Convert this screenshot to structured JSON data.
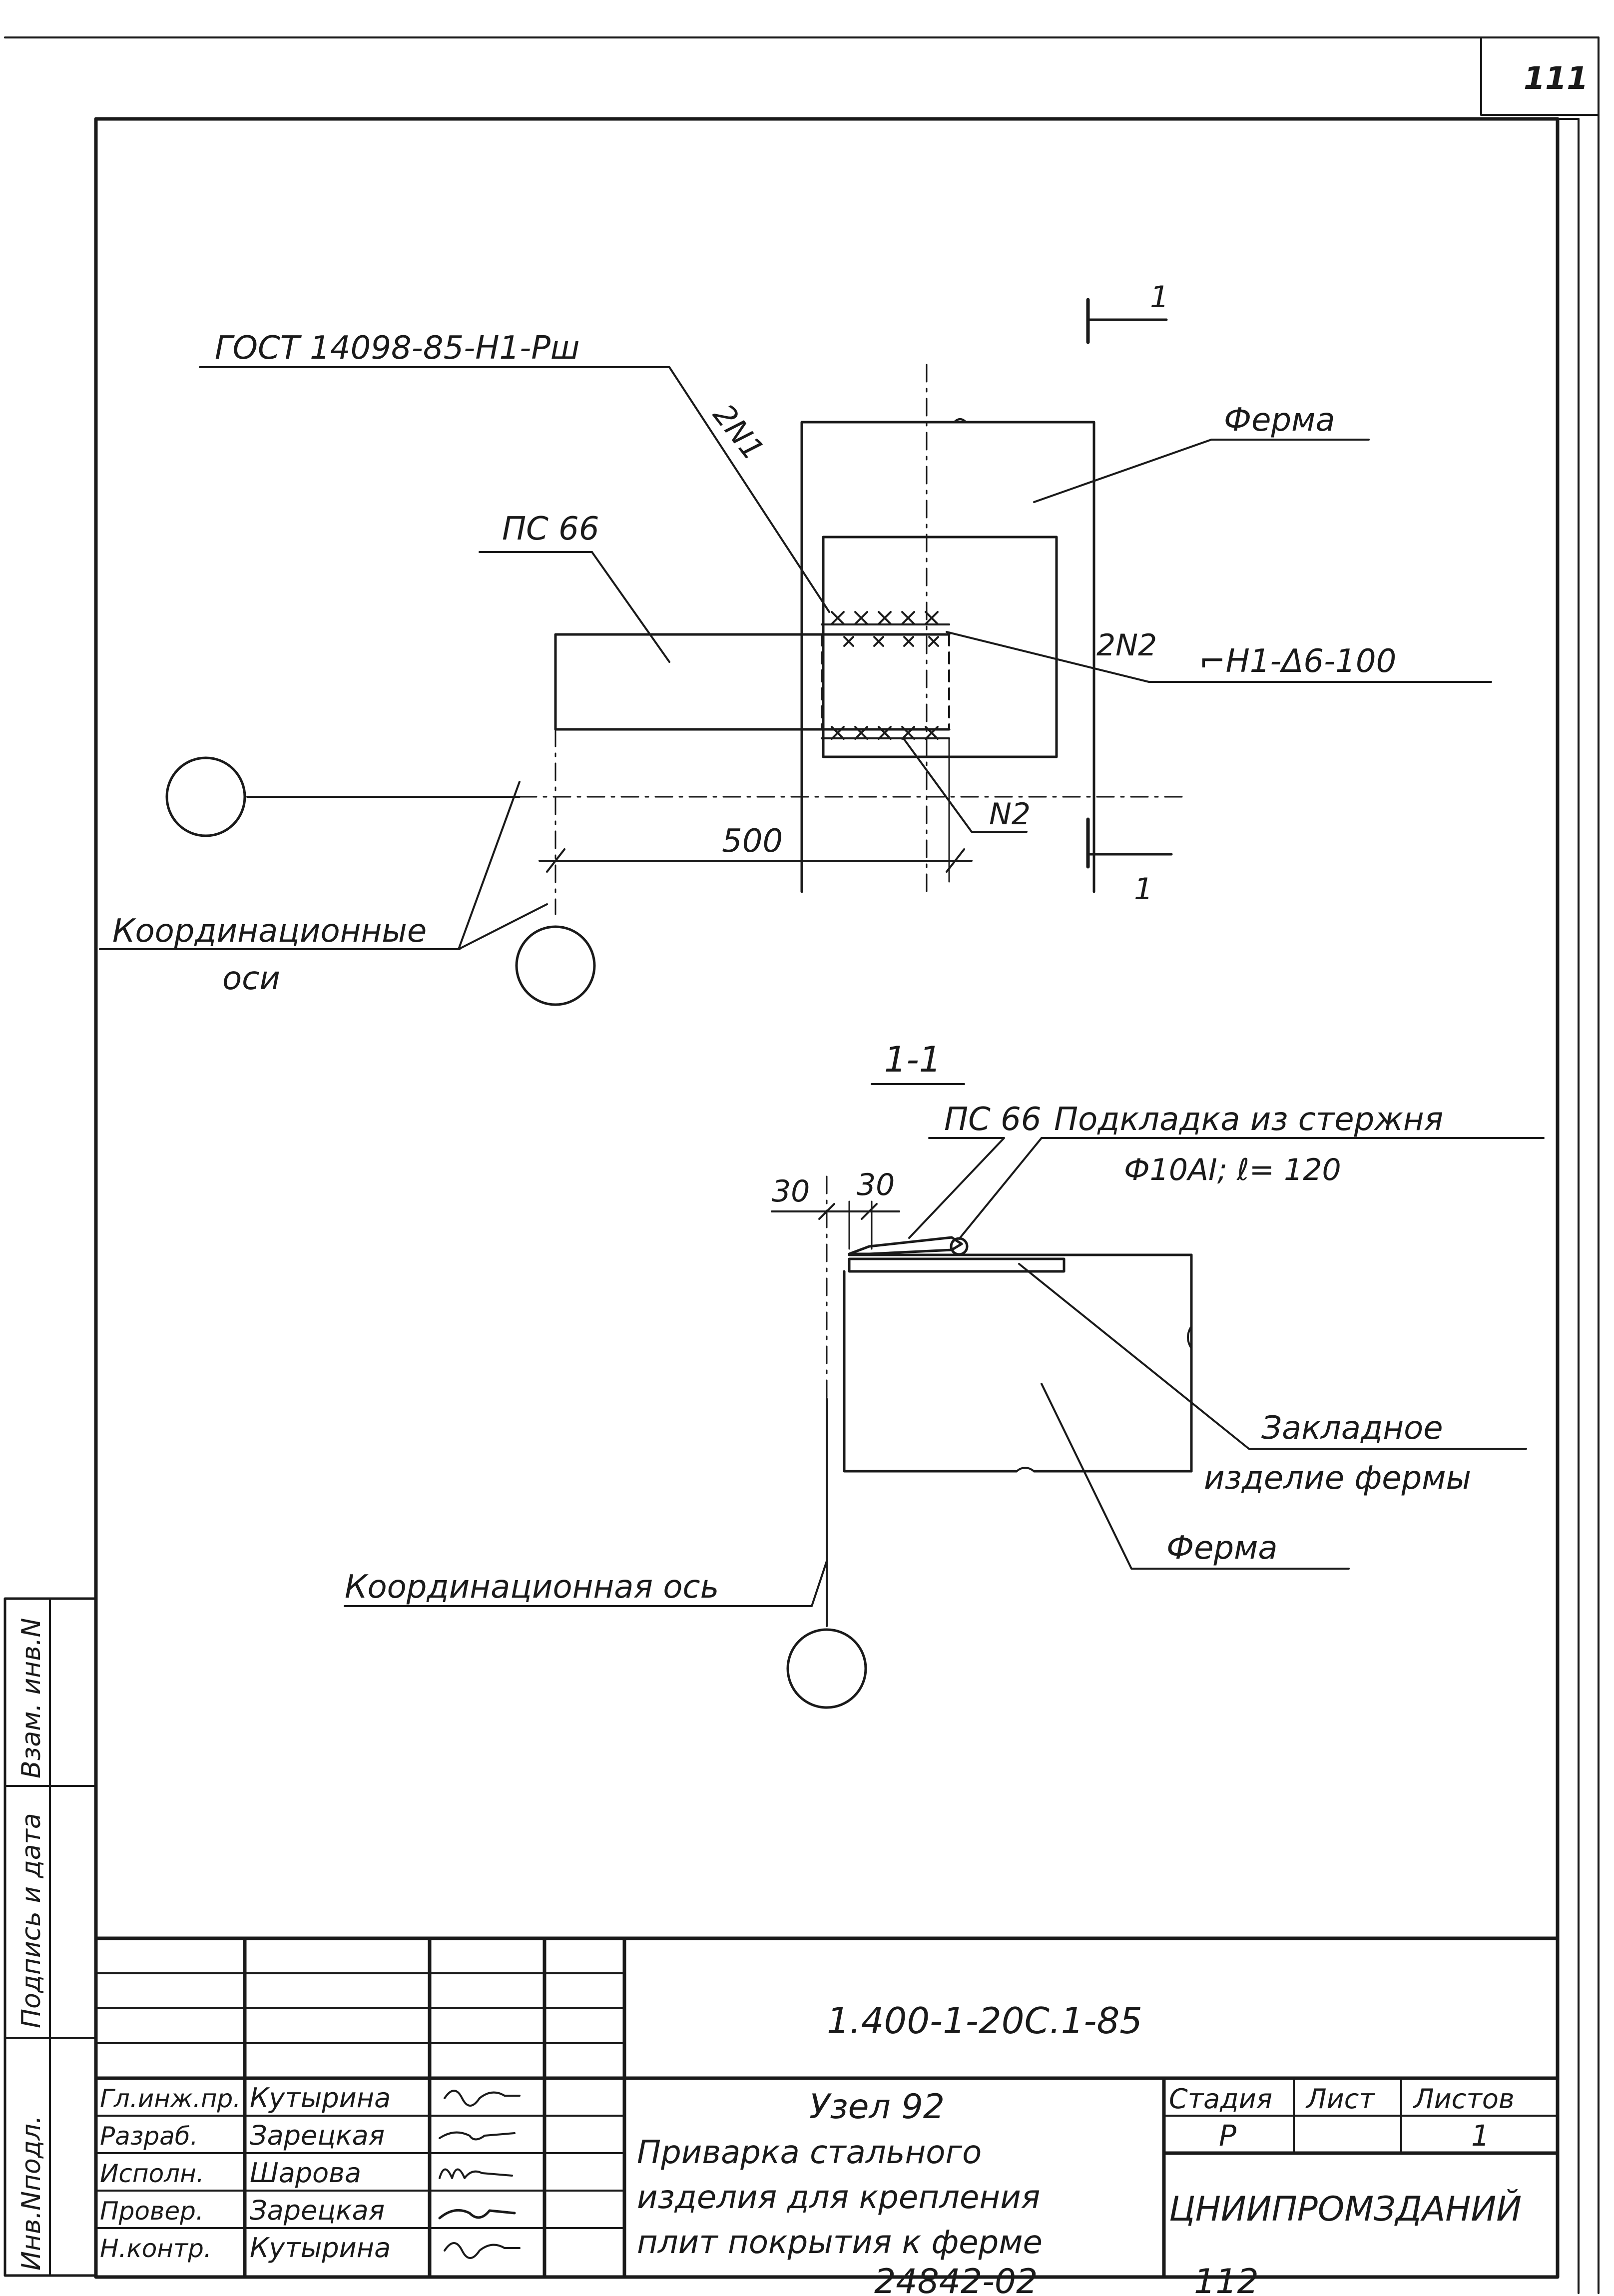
{
  "sheet": {
    "page_number": "111",
    "document_code": "1.400-1-20С.1-85",
    "inventory_number": "24842-02",
    "copy_number": "112"
  },
  "plan_view": {
    "gost_label": "ГОСТ 14098-85-Н1-Рш",
    "plate_label": "ПС 66",
    "truss_label": "Ферма",
    "weld_label_top": "2N1",
    "weld_label_mid": "2N2",
    "weld_label_bottom": "N2",
    "weld_spec": "⌐Н1-Δ6-100",
    "dimension": "500",
    "axes_label_line1": "Координационные",
    "axes_label_line2": "оси",
    "section_mark": "1"
  },
  "section_view": {
    "title": "1-1",
    "plate_label": "ПС 66",
    "dim_left": "30",
    "dim_right": "30",
    "pad_label_line1": "Подкладка из стержня",
    "pad_label_line2": "Ф10АI; ℓ= 120",
    "embedded_label_line1": "Закладное",
    "embedded_label_line2": "изделие фермы",
    "truss_label": "Ферма",
    "axis_label": "Координационная ось"
  },
  "side_stamp": {
    "col1": "Инв.Nподл.",
    "col2": "Подпись и дата",
    "col3": "Взам. инв.N"
  },
  "title_block": {
    "roles": [
      "Гл.инж.пр.",
      "Разраб.",
      "Исполн.",
      "Провер.",
      "Н.контр."
    ],
    "names": [
      "Кутырина",
      "Зарецкая",
      "Шарова",
      "Зарецкая",
      "Кутырина"
    ],
    "signatures": [
      "Кут",
      "Зар",
      "Шар",
      "Зар",
      "Кут"
    ],
    "node_title": "Узел 92",
    "description_lines": [
      "Приварка стального",
      "изделия для крепления",
      "плит покрытия к ферме"
    ],
    "stage_header": "Стадия",
    "sheet_header": "Лист",
    "sheets_header": "Листов",
    "stage_value": "Р",
    "sheet_value": "",
    "sheets_value": "1",
    "organization": "ЦНИИПРОМЗДАНИЙ"
  }
}
